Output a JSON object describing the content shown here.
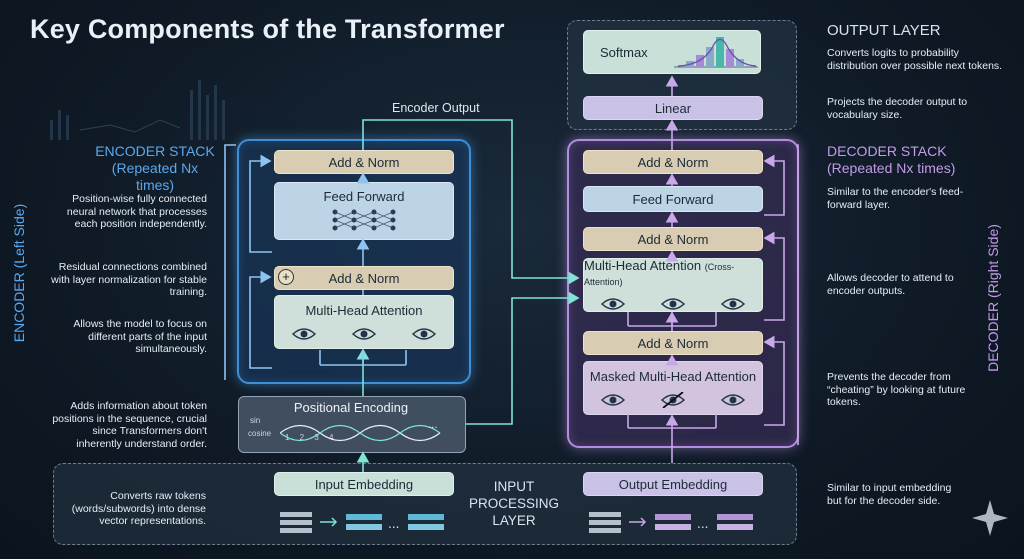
{
  "title": "Key Components of the Transformer",
  "encoder": {
    "side_label": "ENCODER (Left Side)",
    "stack_title": "ENCODER STACK",
    "stack_sub": "(Repeated Nx times)",
    "add_norm_top": "Add & Norm",
    "feed_forward": "Feed Forward",
    "add_norm_mid": "Add & Norm",
    "mha": "Multi-Head Attention",
    "output_label": "Encoder Output"
  },
  "decoder": {
    "side_label": "DECODER (Right Side)",
    "stack_title": "DECODER STACK",
    "stack_sub": "(Repeated Nx times)",
    "add_norm_top": "Add & Norm",
    "feed_forward": "Feed Forward",
    "add_norm_2": "Add & Norm",
    "cross_mha": "Multi-Head Attention",
    "cross_tag": "(Cross-Attention)",
    "add_norm_3": "Add & Norm",
    "masked_mha": "Masked Multi-Head Attention"
  },
  "output_layer": {
    "title": "OUTPUT LAYER",
    "softmax": "Softmax",
    "linear": "Linear",
    "softmax_note": "Converts logits to probability distribution over possible next tokens.",
    "linear_note": "Projects the decoder output to vocabulary size."
  },
  "input_layer": {
    "title_1": "INPUT",
    "title_2": "PROCESSING",
    "title_3": "LAYER",
    "input_embedding": "Input Embedding",
    "output_embedding": "Output Embedding",
    "positional_encoding": "Positional Encoding",
    "sin": "sin",
    "cosine": "cosine",
    "digits": "1 2 3 4"
  },
  "notes": {
    "ff": "Position-wise fully connected neural network that processes each position independently.",
    "residual": "Residual connections combined with layer normalization for stable training.",
    "mha": "Allows the model to focus on different parts of the input simultaneously.",
    "pe": "Adds information about token positions in the sequence, crucial since Transformers don't inherently understand order.",
    "emb": "Converts raw tokens (words/subwords) into dense vector representations.",
    "dec_ff": "Similar to the encoder's feed-forward layer.",
    "cross": "Allows decoder to attend to encoder outputs.",
    "masked": "Prevents the decoder from “cheating” by looking at future tokens.",
    "out_emb": "Similar to input embedding but for the decoder side."
  },
  "colors": {
    "encoder": "#3f8fd8",
    "decoder": "#b58de0",
    "flow": "#7fe3d6"
  }
}
